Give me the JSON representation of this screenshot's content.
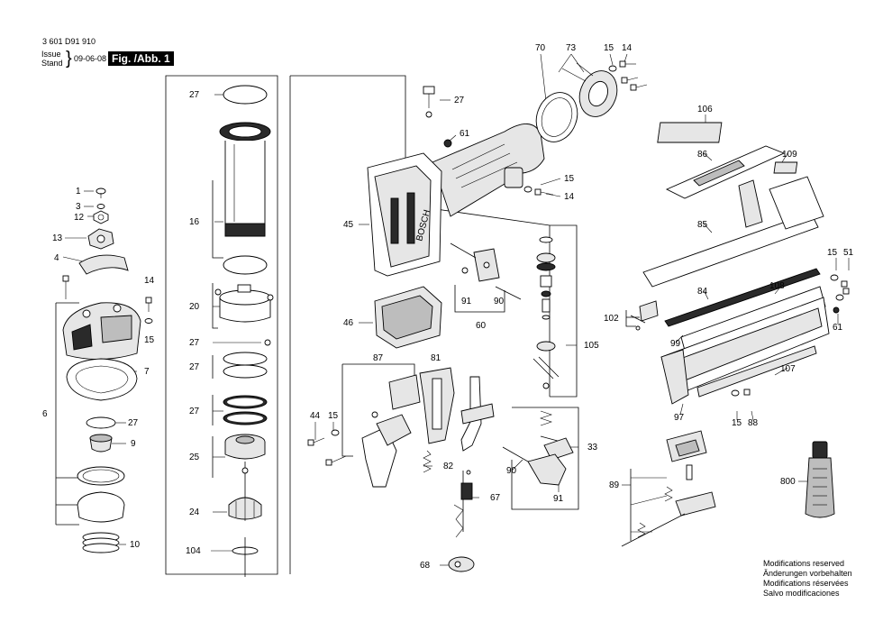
{
  "header": {
    "doc_number": "3 601 D91 910",
    "issue_label": "Issue",
    "stand_label": "Stand",
    "date": "09-06-08",
    "figure_label": "Fig. /Abb. 1"
  },
  "notes": {
    "line1": "Modifications reserved",
    "line2": "Änderungen vorbehalten",
    "line3": "Modifications réservées",
    "line4": "Salvo modificaciones"
  },
  "callouts": {
    "c1": "1",
    "c3": "3",
    "c12": "12",
    "c13": "13",
    "c4": "4",
    "c14a": "14",
    "c15a": "15",
    "c6": "6",
    "c7": "7",
    "c27a": "27",
    "c9": "9",
    "c10": "10",
    "c27b": "27",
    "c16": "16",
    "c20": "20",
    "c27c": "27",
    "c27d": "27",
    "c27e": "27",
    "c25": "25",
    "c24": "24",
    "c104": "104",
    "c27f": "27",
    "c61a": "61",
    "c45": "45",
    "c46": "46",
    "c70": "70",
    "c73": "73",
    "c15b": "15",
    "c14b": "14",
    "c15c": "15",
    "c14c": "14",
    "c91a": "91",
    "c90a": "90",
    "c60": "60",
    "c105": "105",
    "c87": "87",
    "c81": "81",
    "c44": "44",
    "c15d": "15",
    "c82": "82",
    "c67": "67",
    "c68": "68",
    "c33": "33",
    "c90b": "90",
    "c91b": "91",
    "c106": "106",
    "c86": "86",
    "c109": "109",
    "c85": "85",
    "c15e": "15",
    "c51": "51",
    "c84": "84",
    "c108": "108",
    "c102": "102",
    "c99": "99",
    "c61b": "61",
    "c107": "107",
    "c97": "97",
    "c15f": "15",
    "c88": "88",
    "c89": "89",
    "c800": "800"
  },
  "icons": {
    "tool_body": "nailer-housing-icon",
    "cylinder": "cylinder-sleeve-icon",
    "magazine": "magazine-rail-icon",
    "grease_tube": "grease-tube-icon"
  }
}
